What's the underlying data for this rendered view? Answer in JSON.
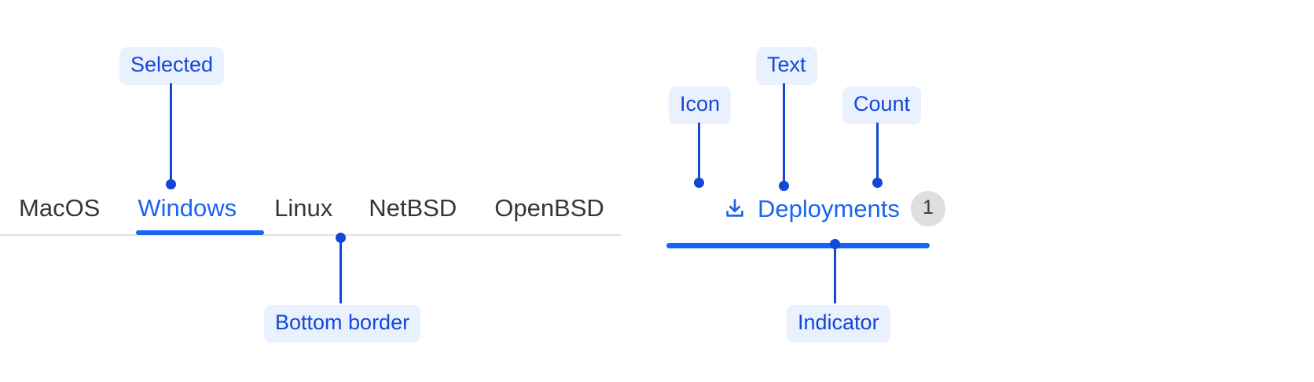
{
  "accent": {
    "tab_blue": "#1a65f0",
    "callout_blue": "#1447d6",
    "callout_bg": "#eaf1fe",
    "tab_text": "#35363a",
    "rail": "#e2e2e4",
    "badge_bg": "#dedee0",
    "badge_text": "#3a3b3f"
  },
  "left_group": {
    "tabs": [
      {
        "label": "MacOS",
        "selected": false
      },
      {
        "label": "Windows",
        "selected": true
      },
      {
        "label": "Linux",
        "selected": false
      },
      {
        "label": "NetBSD",
        "selected": false
      },
      {
        "label": "OpenBSD",
        "selected": false
      }
    ],
    "annotations": {
      "selected": "Selected",
      "bottom_border": "Bottom border"
    }
  },
  "right_group": {
    "tab": {
      "icon": "download-icon",
      "label": "Deployments",
      "count": "1",
      "selected": true
    },
    "annotations": {
      "icon": "Icon",
      "text": "Text",
      "count": "Count",
      "indicator": "Indicator"
    }
  }
}
